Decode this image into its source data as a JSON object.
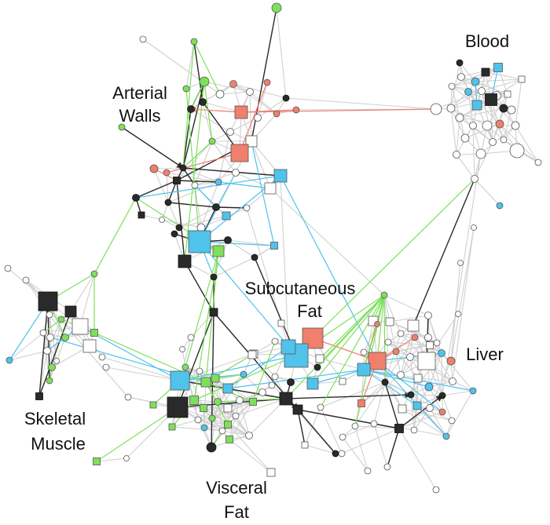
{
  "labels": {
    "blood": "Blood",
    "arterial_1": "Arterial",
    "arterial_2": "Walls",
    "subcut_1": "Subcutaneous",
    "subcut_2": "Fat",
    "liver": "Liver",
    "skeletal_1": "Skeletal",
    "skeletal_2": "Muscle",
    "visceral_1": "Visceral",
    "visceral_2": "Fat"
  },
  "colors": {
    "black": "#2a2a2a",
    "white": "#ffffff",
    "blue": "#4fc3ec",
    "green": "#7ee05a",
    "salmon": "#f07f6e",
    "grey_edge": "#d0d0d0"
  },
  "legend": {
    "node_shapes": [
      "circle",
      "square"
    ],
    "node_colors": [
      "black",
      "white",
      "blue",
      "green",
      "salmon"
    ]
  }
}
